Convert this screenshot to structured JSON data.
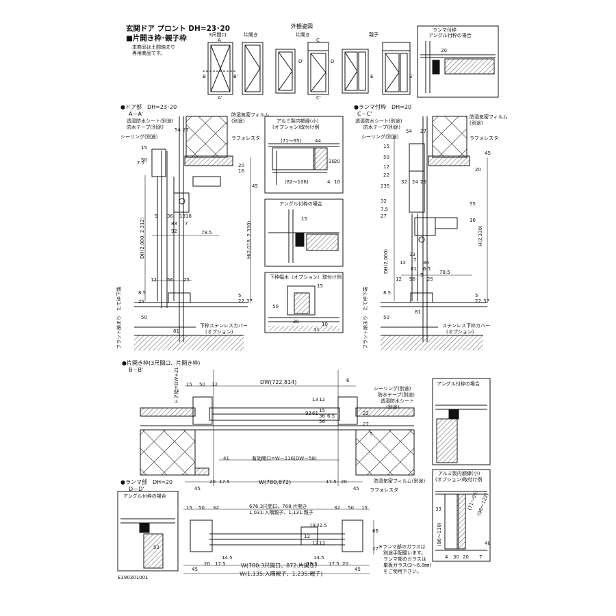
{
  "header": {
    "title": "玄関ドア プロント DH=23･20",
    "subtitle": "■片開き枠･親子枠",
    "note": [
      "本商品は土間納まり",
      "専用商品です。"
    ],
    "elevation_title": "外観姿図",
    "elev_labels": [
      "3尺間口",
      "片開き",
      "片開き",
      "親子"
    ],
    "elev_marks": [
      "A",
      "A'",
      "B",
      "B'",
      "C",
      "C'",
      "D",
      "D'",
      "E",
      "E'"
    ]
  },
  "ranma_angle_top": {
    "title": [
      "ランマ付枠",
      "アングル付枠の場合"
    ],
    "dims": [
      "20"
    ]
  },
  "door_section": {
    "title": "●ドア部　DH=23･20",
    "sub": "A－A'",
    "labels": [
      "防湿気密フィルム",
      "(別途)",
      "透湿防水シート(別途)",
      "防水テープ(別途)",
      "シーリング(別途)",
      "ラフォレスタ",
      "下枠ステンレスカバー",
      "(オプション)",
      "フラット納まり　たて枠下端"
    ],
    "dims": [
      "54",
      "27",
      "15",
      "50",
      "7.5",
      "9",
      "36",
      "13",
      "18",
      "83",
      "7",
      "92",
      "78.5",
      "12",
      "56",
      "25",
      "8.5",
      "25",
      "50",
      "81",
      "22",
      "5",
      "37",
      "45",
      "16",
      "20"
    ],
    "height_labels": [
      "DH(2,000, 2,312)",
      "H(2,018, 2,330)"
    ]
  },
  "alumi_box": {
    "title": [
      "アルミ製内額縁(小)",
      "(オプション)取付け例"
    ],
    "dims": [
      "(71～95)",
      "44",
      "30",
      "20",
      "(82～106)",
      "4",
      "10"
    ]
  },
  "angle_box": {
    "title": "アングル付枠の場合",
    "dims": [
      "15"
    ]
  },
  "shitawaku_box": {
    "title": "下枠幅木（オプション）取付け例",
    "dims": [
      "15",
      "50",
      "30",
      "10",
      "11"
    ]
  },
  "ranma_section": {
    "title": "●ランマ付枠　DH=20",
    "sub": "C－C'",
    "labels": [
      "透湿防水シート(別途)",
      "防水テープ(別途)",
      "防湿気密フィルム",
      "(別途)",
      "シーリング(別途)",
      "ラフォレスタ",
      "ステンレス下枠カバー",
      "(オプション)",
      "フラット納まり　たて枠下端"
    ],
    "dims": [
      "54",
      "27",
      "15",
      "50",
      "12",
      "22",
      "235",
      "32",
      "24",
      "25",
      "32",
      "7.5",
      "27",
      "55",
      "16",
      "13",
      "7",
      "36",
      "6.5",
      "12",
      "81",
      "5",
      "78.5",
      "12",
      "56",
      "25",
      "8.5",
      "50",
      "81",
      "22",
      "5",
      "37",
      "45",
      "20"
    ],
    "height_labels": [
      "DH(2,000)",
      "H(2,330)"
    ]
  },
  "plan_b": {
    "title": "●片開き枠(3尺間口、片開き枠)",
    "sub": "B－B'",
    "labels": [
      "シーリング(別途)",
      "防水テープ(別途)",
      "透湿防水シート",
      "(別途)",
      "防湿気密フィルム(別途)",
      "ラフォレスタ",
      "ドア幅=DW+21"
    ],
    "dims": [
      "15",
      "50",
      "12",
      "6",
      "DW(722,814)",
      "41",
      "有効開口=W－116(DW－58)",
      "45",
      "20",
      "17.5",
      "W(780,872)",
      "17.5",
      "20",
      "45",
      "93",
      "61",
      "13",
      "15",
      "36",
      "12",
      "56",
      "6.5",
      "22",
      "27",
      "5"
    ]
  },
  "angle_plan_box": {
    "title": "アングル付枠の場合"
  },
  "alumi_plan_box": {
    "title": [
      "アルミ製内額縁(小)",
      "(オプション)取付け例"
    ],
    "dims": [
      "33",
      "(71～95)",
      "(98～122)",
      "(86～110)",
      "48",
      "4",
      "30",
      "20",
      "7"
    ]
  },
  "ranma_plan": {
    "title": "●ランマ部　DH=20",
    "sub": "D－D'",
    "dims": [
      "15",
      "50",
      "32",
      "676:3尺間口、768:片開き",
      "1,031:入隅親子、1,131:親子",
      "32",
      "50",
      "15",
      "66",
      "27",
      "32.5",
      "19",
      "12",
      "12",
      "13",
      "14.5",
      "17.5",
      "14.5",
      "18.5",
      "17.5",
      "20",
      "45",
      "W(780:3尺間口、872:片開き)",
      "W(1,135:入隅親子、1,235:親子)",
      "45",
      "20"
    ],
    "note": [
      "※ランマ部のガラスは",
      "別途手配願います。",
      "ランマ部のガラスは",
      "単板ガラス(3～6.8㎜)",
      "をご使用下さい。"
    ]
  },
  "ranma_angle_box": {
    "title": "アングル付枠の場合",
    "dims": [
      "53"
    ]
  },
  "footer": {
    "code": "E190301001"
  },
  "colors": {
    "line": "#111111",
    "hatch": "#555555",
    "background": "#ffffff"
  }
}
